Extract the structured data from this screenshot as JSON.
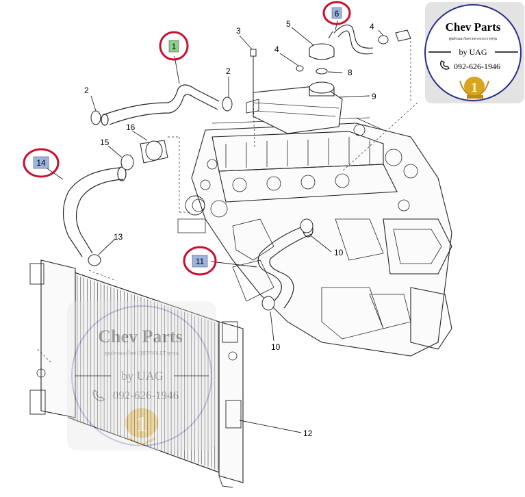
{
  "callouts": {
    "c1": "1",
    "c2a": "2",
    "c2b": "2",
    "c3": "3",
    "c4a": "4",
    "c4b": "4",
    "c5": "5",
    "c6": "6",
    "c8": "8",
    "c9": "9",
    "c10a": "10",
    "c10b": "10",
    "c11": "11",
    "c12": "12",
    "c13": "13",
    "c14": "14",
    "c15": "15",
    "c16": "16"
  },
  "highlighted_parts": [
    "1",
    "6",
    "11",
    "14"
  ],
  "colors": {
    "highlight_ring": "#c8102e",
    "tag_green": "#8ed08a",
    "tag_blue": "#9bb4e0",
    "line_art": "#222222",
    "gold": "#d9a520",
    "watermark_ring": "#6b6bb8"
  },
  "badge": {
    "title": "Chev Parts",
    "subtitle": "ศูนย์รวมอะไหล่ CHEVROLET ทุกรุ่น",
    "by": "by UAG",
    "phone_icon": "phone-icon",
    "phone": "092-626-1946",
    "number_one": "1"
  },
  "watermark": {
    "title": "Chev Parts",
    "subtitle": "ศูนย์รวมอะไหล่ CHEVROLET ทุกรุ่น",
    "by": "by UAG",
    "phone": "092-626-1946",
    "number_one": "1"
  }
}
